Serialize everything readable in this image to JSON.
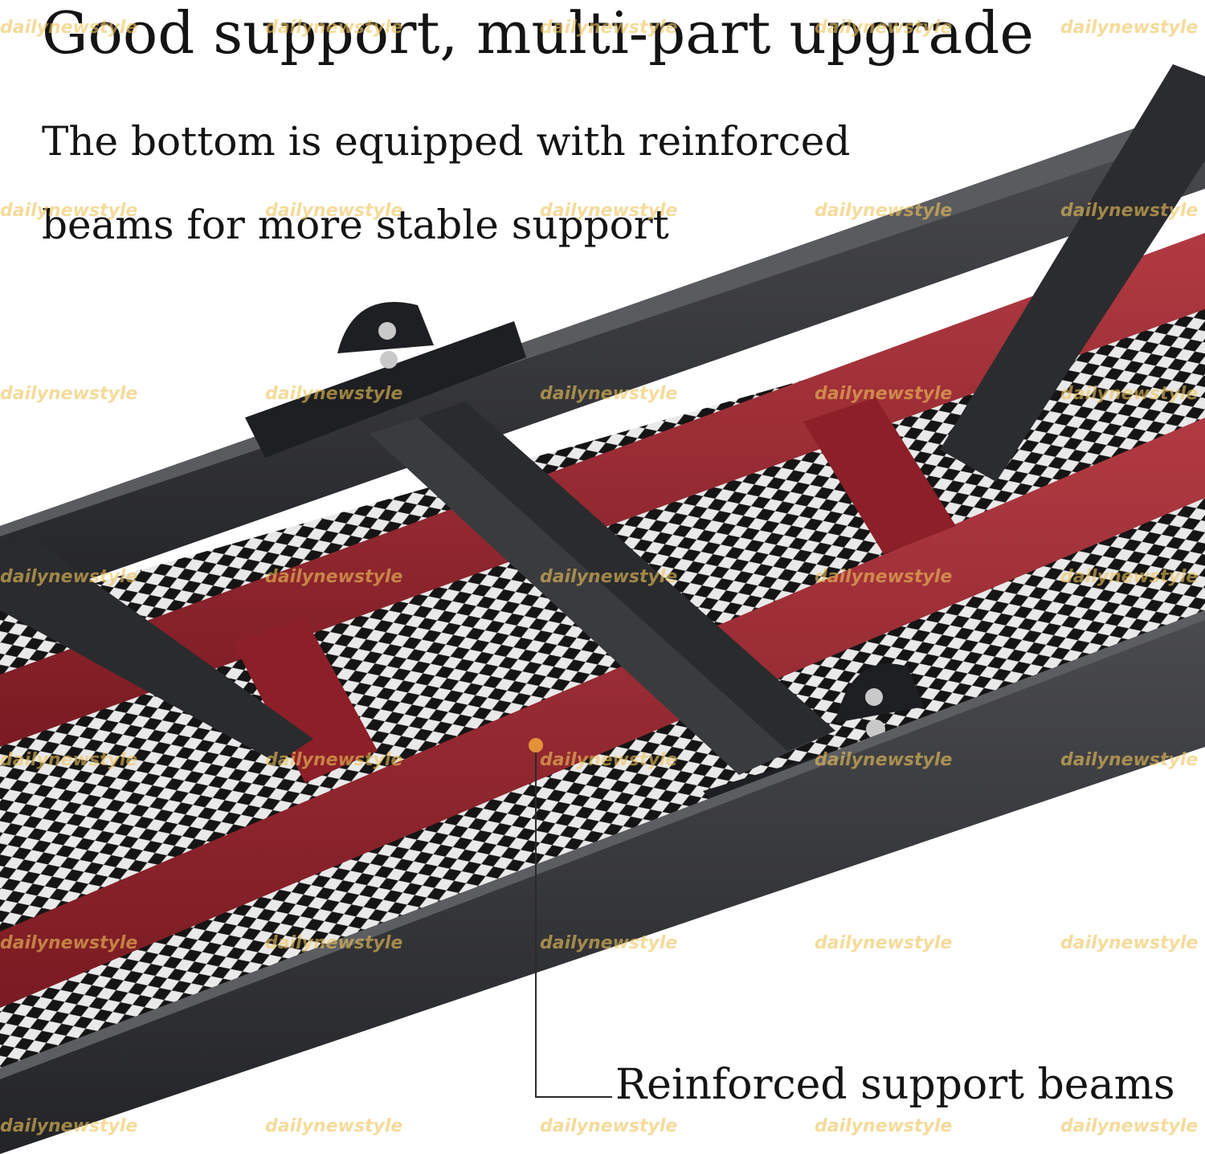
{
  "headline": "Good support, multi-part upgrade",
  "description_line1": "The bottom is equipped with reinforced",
  "description_line2": "beams for more stable support",
  "callout_label": "Reinforced support beams",
  "watermark": "dailynewstyle",
  "colors": {
    "frame": "#2d2e31",
    "beam": "#93212a",
    "mesh": "#151515",
    "callout_dot": "#f2a33a"
  }
}
